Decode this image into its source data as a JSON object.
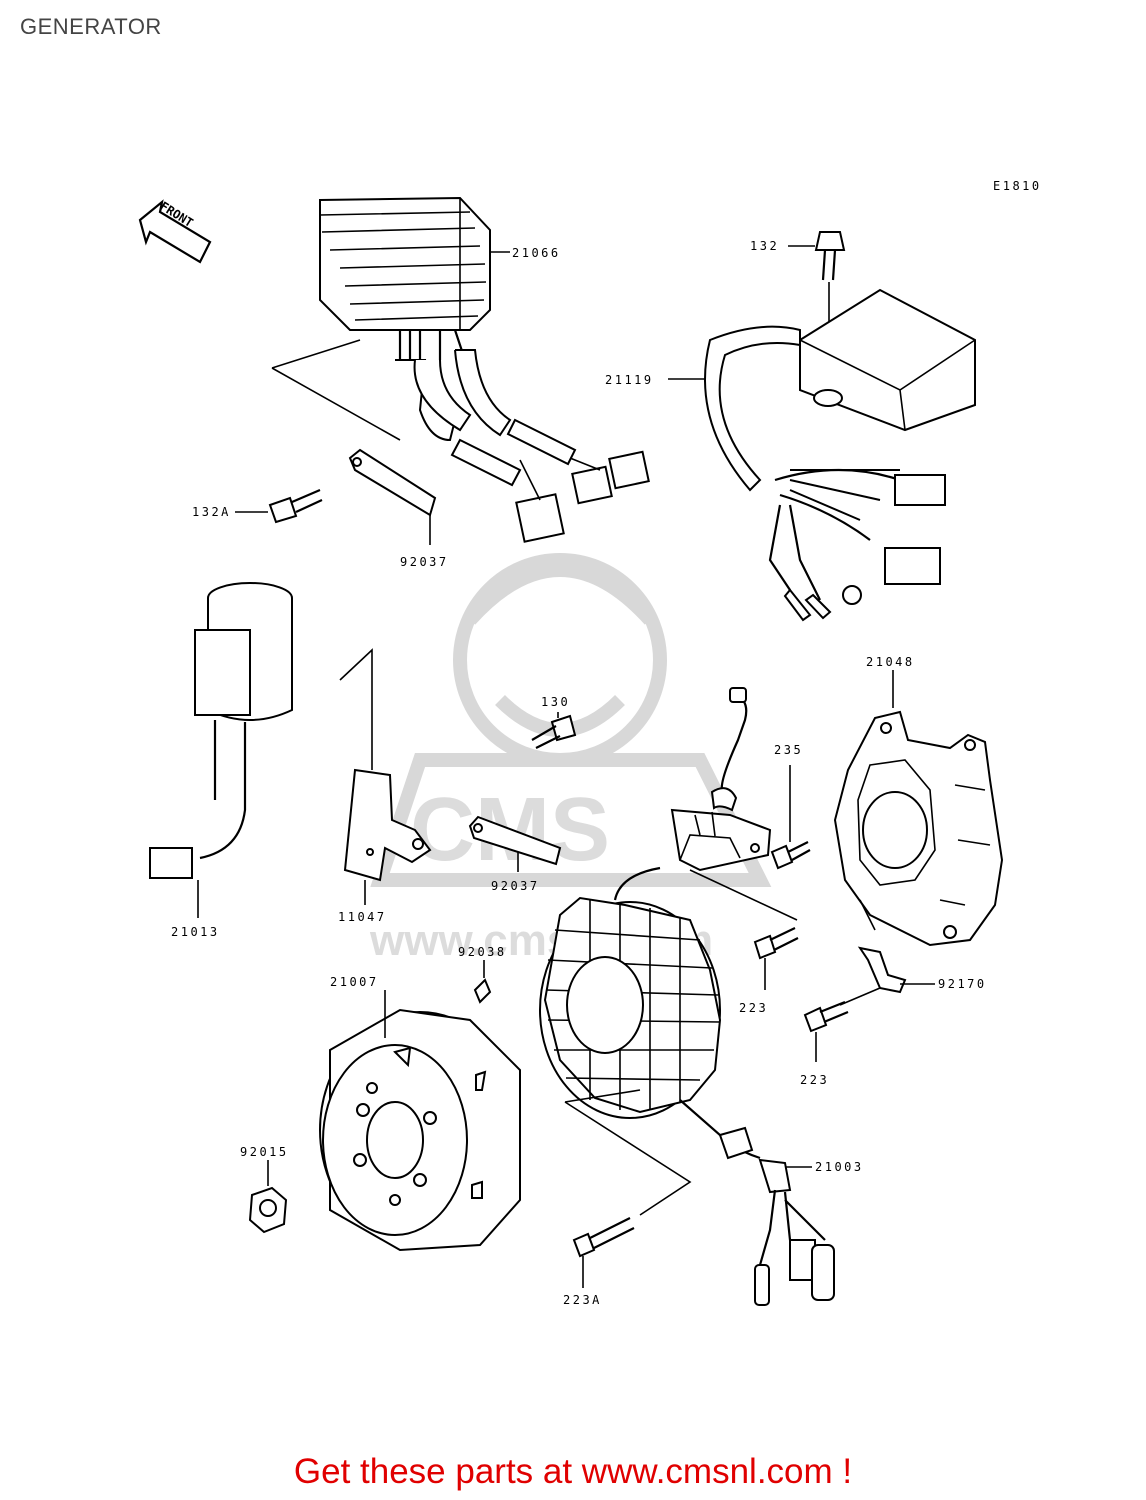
{
  "page": {
    "title": "GENERATOR",
    "diagram_code": "E1810",
    "front_label": "FRONT",
    "watermark_text": "CMS",
    "watermark_url": "www.cmsnl.com",
    "promo": "Get these parts at www.cmsnl.com !"
  },
  "parts": {
    "p21066": "21066",
    "p132": "132",
    "p21119": "21119",
    "p132A": "132A",
    "p92037a": "92037",
    "p21048": "21048",
    "p130": "130",
    "p235": "235",
    "p21013": "21013",
    "p11047": "11047",
    "p92037b": "92037",
    "p92038": "92038",
    "p21007": "21007",
    "p223a": "223",
    "p92170": "92170",
    "p223b": "223",
    "p92015": "92015",
    "p21003": "21003",
    "p223A": "223A"
  }
}
